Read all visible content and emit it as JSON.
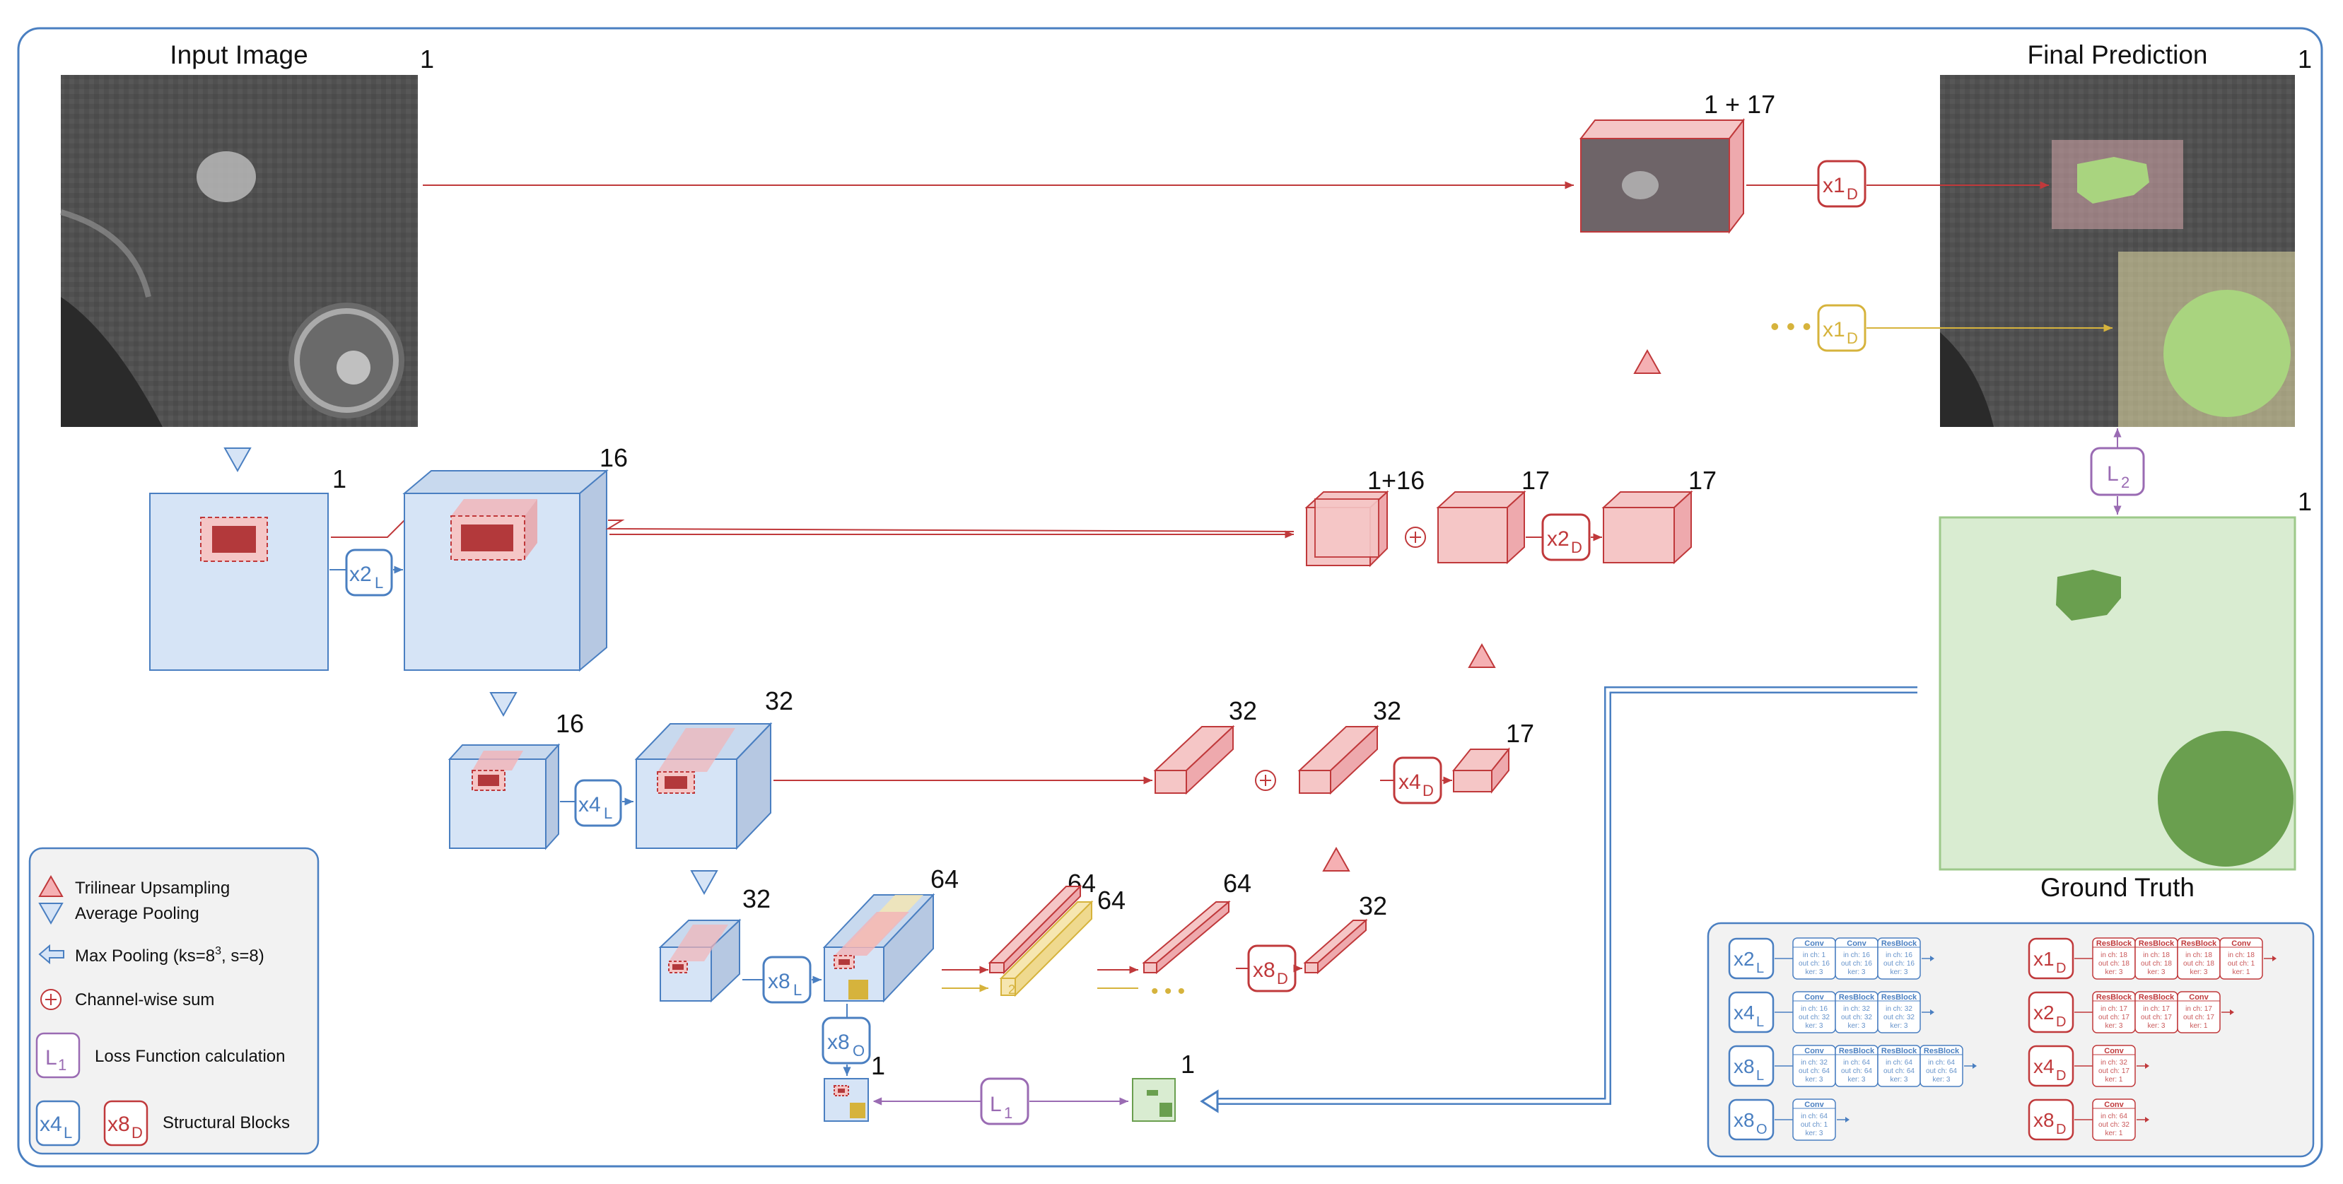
{
  "titles": {
    "input_image": "Input Image",
    "final_prediction": "Final Prediction",
    "ground_truth": "Ground Truth"
  },
  "channel_labels": {
    "input": "1",
    "final": "1",
    "gt": "1",
    "top_fused": "1 + 17",
    "l1_box": "1",
    "l1_top": "16",
    "l2_box": "16",
    "l2_top": "32",
    "l3_box": "32",
    "l3_top": "64",
    "l3_out": "1",
    "gt_small": "1",
    "d1_fused": "1+16",
    "d1_a": "17",
    "d1_b": "17",
    "d2_a": "32",
    "d2_b": "32",
    "d2_c": "17",
    "d3_a": "64",
    "d3_a2": "64",
    "d3_b": "64",
    "d3_c": "32",
    "yellow_2": "2"
  },
  "blocks": {
    "x2L": {
      "main": "x2",
      "sub": "L"
    },
    "x4L": {
      "main": "x4",
      "sub": "L"
    },
    "x8L": {
      "main": "x8",
      "sub": "L"
    },
    "x8O": {
      "main": "x8",
      "sub": "O"
    },
    "x1D_red": {
      "main": "x1",
      "sub": "D"
    },
    "x1D_yellow": {
      "main": "x1",
      "sub": "D"
    },
    "x2D": {
      "main": "x2",
      "sub": "D"
    },
    "x4D": {
      "main": "x4",
      "sub": "D"
    },
    "x8D": {
      "main": "x8",
      "sub": "D"
    },
    "L1": {
      "main": "L",
      "sub": "1"
    },
    "L2": {
      "main": "L",
      "sub": "2"
    }
  },
  "legend": {
    "items": [
      {
        "label": "Trilinear Upsampling"
      },
      {
        "label": "Average Pooling"
      },
      {
        "label": "Max Pooling (ks=8",
        "sup": "3",
        "tail": ", s=8)"
      },
      {
        "label": "Channel-wise sum"
      },
      {
        "label": "Loss Function calculation",
        "sym_main": "L",
        "sym_sub": "1"
      },
      {
        "label": "Structural Blocks",
        "sym1_main": "x4",
        "sym1_sub": "L",
        "sym2_main": "x8",
        "sym2_sub": "D"
      }
    ]
  },
  "structure_table": {
    "rows": [
      {
        "left": {
          "main": "x2",
          "sub": "L"
        },
        "left_cells": [
          {
            "title": "Conv",
            "lines": [
              "in ch: 1",
              "out ch: 16",
              "ker: 3"
            ]
          },
          {
            "title": "Conv",
            "lines": [
              "in ch: 16",
              "out ch: 16",
              "ker: 3"
            ]
          },
          {
            "title": "ResBlock",
            "lines": [
              "in ch: 16",
              "out ch: 16",
              "ker: 3"
            ]
          }
        ],
        "right": {
          "main": "x1",
          "sub": "D"
        },
        "right_cells": [
          {
            "title": "ResBlock",
            "lines": [
              "in ch: 18",
              "out ch: 18",
              "ker: 3"
            ]
          },
          {
            "title": "ResBlock",
            "lines": [
              "in ch: 18",
              "out ch: 18",
              "ker: 3"
            ]
          },
          {
            "title": "ResBlock",
            "lines": [
              "in ch: 18",
              "out ch: 18",
              "ker: 3"
            ]
          },
          {
            "title": "Conv",
            "lines": [
              "in ch: 18",
              "out ch: 1",
              "ker: 1"
            ]
          }
        ]
      },
      {
        "left": {
          "main": "x4",
          "sub": "L"
        },
        "left_cells": [
          {
            "title": "Conv",
            "lines": [
              "in ch: 16",
              "out ch: 32",
              "ker: 3"
            ]
          },
          {
            "title": "ResBlock",
            "lines": [
              "in ch: 32",
              "out ch: 32",
              "ker: 3"
            ]
          },
          {
            "title": "ResBlock",
            "lines": [
              "in ch: 32",
              "out ch: 32",
              "ker: 3"
            ]
          }
        ],
        "right": {
          "main": "x2",
          "sub": "D"
        },
        "right_cells": [
          {
            "title": "ResBlock",
            "lines": [
              "in ch: 17",
              "out ch: 17",
              "ker: 3"
            ]
          },
          {
            "title": "ResBlock",
            "lines": [
              "in ch: 17",
              "out ch: 17",
              "ker: 3"
            ]
          },
          {
            "title": "Conv",
            "lines": [
              "in ch: 17",
              "out ch: 17",
              "ker: 1"
            ]
          }
        ]
      },
      {
        "left": {
          "main": "x8",
          "sub": "L"
        },
        "left_cells": [
          {
            "title": "Conv",
            "lines": [
              "in ch: 32",
              "out ch: 64",
              "ker: 3"
            ]
          },
          {
            "title": "ResBlock",
            "lines": [
              "in ch: 64",
              "out ch: 64",
              "ker: 3"
            ]
          },
          {
            "title": "ResBlock",
            "lines": [
              "in ch: 64",
              "out ch: 64",
              "ker: 3"
            ]
          },
          {
            "title": "ResBlock",
            "lines": [
              "in ch: 64",
              "out ch: 64",
              "ker: 3"
            ]
          }
        ],
        "right": {
          "main": "x4",
          "sub": "D"
        },
        "right_cells": [
          {
            "title": "Conv",
            "lines": [
              "in ch: 32",
              "out ch: 17",
              "ker: 1"
            ]
          }
        ]
      },
      {
        "left": {
          "main": "x8",
          "sub": "O"
        },
        "left_cells": [
          {
            "title": "Conv",
            "lines": [
              "in ch: 64",
              "out ch: 1",
              "ker: 3"
            ]
          }
        ],
        "right": {
          "main": "x8",
          "sub": "D"
        },
        "right_cells": [
          {
            "title": "Conv",
            "lines": [
              "in ch: 64",
              "out ch: 32",
              "ker: 1"
            ]
          }
        ]
      }
    ]
  },
  "colors": {
    "blue": "#4a7fc1",
    "blue_fill": "#d6e4f6",
    "red": "#c0393b",
    "red_fill": "#f5c6c6",
    "yellow": "#d6b33c",
    "yellow_fill": "#f6e6b0",
    "purple": "#9a6bb3",
    "green_fill": "#d9ecd1",
    "green_dark": "#6a9f4f",
    "frame": "#4a7fc1",
    "legend_bg": "#f2f2f2"
  }
}
